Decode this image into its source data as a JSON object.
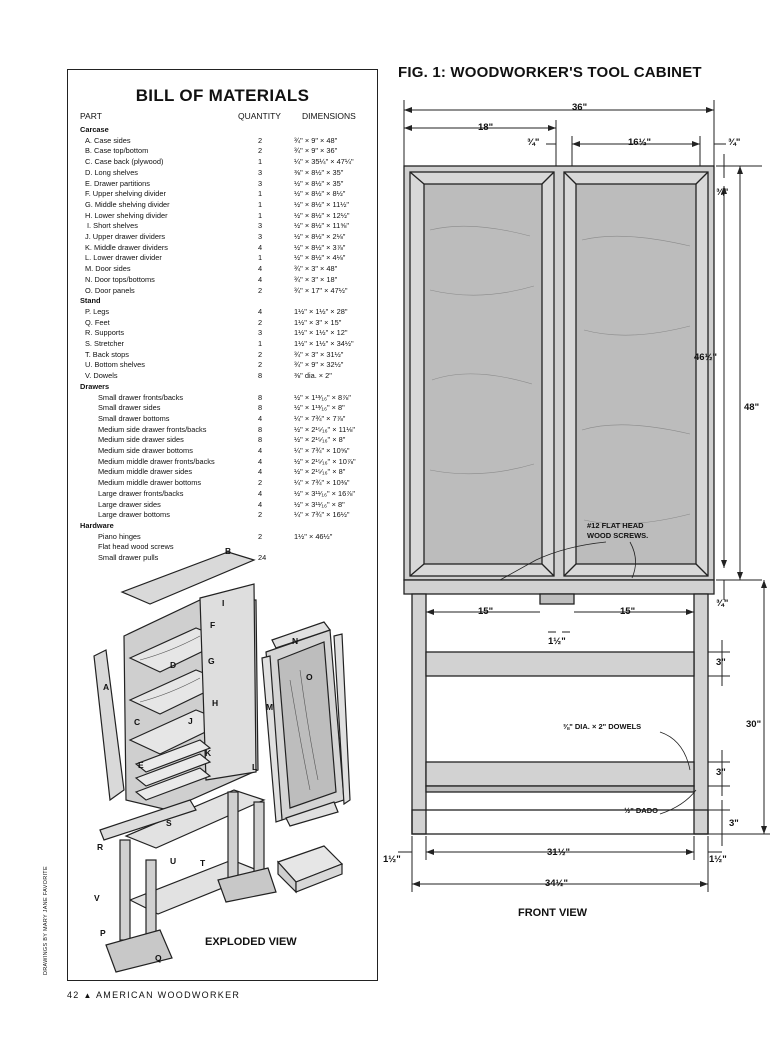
{
  "bom": {
    "title": "BILL OF MATERIALS",
    "headers": {
      "part": "PART",
      "quantity": "QUANTITY",
      "dimensions": "DIMENSIONS"
    },
    "rows": [
      {
        "type": "section",
        "part": "Carcase"
      },
      {
        "part": "A. Case sides",
        "qty": "2",
        "dim": "¾\" × 9\" × 48\""
      },
      {
        "part": "B. Case top/bottom",
        "qty": "2",
        "dim": "¾\" × 9\" × 36\""
      },
      {
        "part": "C. Case back (plywood)",
        "qty": "1",
        "dim": "¼\" × 35¼\" × 47¼\""
      },
      {
        "part": "D. Long shelves",
        "qty": "3",
        "dim": "⅜\" × 8½\" × 35\""
      },
      {
        "part": "E. Drawer partitions",
        "qty": "3",
        "dim": "½\" × 8½\" × 35\""
      },
      {
        "part": "F. Upper shelving divider",
        "qty": "1",
        "dim": "½\" × 8½\" × 8½\""
      },
      {
        "part": "G. Middle shelving divider",
        "qty": "1",
        "dim": "½\" × 8½\" × 11½\""
      },
      {
        "part": "H. Lower shelving divider",
        "qty": "1",
        "dim": "½\" × 8½\" × 12½\""
      },
      {
        "part": "I. Short shelves",
        "qty": "3",
        "dim": "½\" × 8½\" × 11⅝\""
      },
      {
        "part": "J. Upper drawer dividers",
        "qty": "3",
        "dim": "½\" × 8½\" × 2⅛\""
      },
      {
        "part": "K. Middle drawer dividers",
        "qty": "4",
        "dim": "½\" × 8½\" × 3⅞\""
      },
      {
        "part": "L. Lower drawer divider",
        "qty": "1",
        "dim": "½\" × 8½\" × 4⅛\""
      },
      {
        "part": "M. Door sides",
        "qty": "4",
        "dim": "¾\" × 3\" × 48\""
      },
      {
        "part": "N. Door tops/bottoms",
        "qty": "4",
        "dim": "¾\" × 3\" × 18\""
      },
      {
        "part": "O. Door panels",
        "qty": "2",
        "dim": "¾\" × 17\" × 47½\""
      },
      {
        "type": "section",
        "part": "Stand"
      },
      {
        "part": "P. Legs",
        "qty": "4",
        "dim": "1½\" × 1½\" × 28\""
      },
      {
        "part": "Q. Feet",
        "qty": "2",
        "dim": "1½\" × 3\" × 15\""
      },
      {
        "part": "R. Supports",
        "qty": "3",
        "dim": "1½\" × 1½\" × 12\""
      },
      {
        "part": "S. Stretcher",
        "qty": "1",
        "dim": "1½\" × 1½\" × 34½\""
      },
      {
        "part": "T. Back stops",
        "qty": "2",
        "dim": "¾\" × 3\" × 31½\""
      },
      {
        "part": "U. Bottom shelves",
        "qty": "2",
        "dim": "¾\" × 9\" × 32½\""
      },
      {
        "part": "V. Dowels",
        "qty": "8",
        "dim": "⅜\" dia. × 2\""
      },
      {
        "type": "section",
        "part": "Drawers"
      },
      {
        "part": "Small drawer fronts/backs",
        "qty": "8",
        "dim": "½\" × 1¹³⁄₁₆\" × 8⅞\""
      },
      {
        "part": "Small drawer sides",
        "qty": "8",
        "dim": "½\" × 1¹³⁄₁₆\" × 8\""
      },
      {
        "part": "Small drawer bottoms",
        "qty": "4",
        "dim": "¼\" × 7¾\" × 7⅞\""
      },
      {
        "part": "Medium side drawer fronts/backs",
        "qty": "8",
        "dim": "½\" × 2¹⁵⁄₁₆\" × 11⅛\""
      },
      {
        "part": "Medium side drawer sides",
        "qty": "8",
        "dim": "½\" × 2¹⁵⁄₁₆\" × 8\""
      },
      {
        "part": "Medium side drawer bottoms",
        "qty": "4",
        "dim": "¼\" × 7¾\" × 10⅝\""
      },
      {
        "part": "Medium middle drawer fronts/backs",
        "qty": "4",
        "dim": "½\" × 2¹⁵⁄₁₆\" × 10⅞\""
      },
      {
        "part": "Medium middle drawer sides",
        "qty": "4",
        "dim": "½\" × 2¹⁵⁄₁₆\" × 8\""
      },
      {
        "part": "Medium middle drawer bottoms",
        "qty": "2",
        "dim": "¼\" × 7¾\" × 10⅜\""
      },
      {
        "part": "Large drawer fronts/backs",
        "qty": "4",
        "dim": "½\" × 3¹¹⁄₁₆\" × 16⅞\""
      },
      {
        "part": "Large drawer sides",
        "qty": "4",
        "dim": "½\" × 3¹¹⁄₁₆\" × 8\""
      },
      {
        "part": "Large drawer bottoms",
        "qty": "2",
        "dim": "¼\" × 7¾\" × 16½\""
      },
      {
        "type": "section",
        "part": "Hardware"
      },
      {
        "part": "Piano hinges",
        "qty": "2",
        "dim": "1½\" × 46½\""
      },
      {
        "part": "Flat head wood screws",
        "qty": "",
        "dim": ""
      },
      {
        "part": "Small drawer pulls",
        "qty": "24",
        "dim": ""
      }
    ]
  },
  "exploded": {
    "caption": "EXPLODED VIEW",
    "credit": "DRAWINGS BY MARY JANE FAVORITE",
    "labels": [
      "A",
      "B",
      "C",
      "D",
      "E",
      "F",
      "G",
      "H",
      "I",
      "J",
      "K",
      "L",
      "M",
      "N",
      "O",
      "P",
      "Q",
      "R",
      "S",
      "T",
      "U",
      "V"
    ]
  },
  "figure": {
    "title": "FIG. 1: WOODWORKER'S TOOL CABINET",
    "caption": "FRONT VIEW",
    "screws_note": [
      "#12 FLAT HEAD",
      "WOOD SCREWS."
    ],
    "dowels_note": "⅜\" DIA. × 2\" DOWELS",
    "dado_note": "½\" DADO",
    "dims": {
      "overall_width": "36\"",
      "door_width_outer": "18\"",
      "stile_a": "¾\"",
      "door_inner": "16½\"",
      "stile_b": "¾\"",
      "top_rail": "¾\"",
      "panel_height": "46½\"",
      "case_height": "48\"",
      "left_span": "15\"",
      "right_span": "15\"",
      "center_gap": "1½\"",
      "bottom_rail": "¾\"",
      "shelf1": "3\"",
      "stand_height": "30\"",
      "shelf2": "3\"",
      "foot": "3\"",
      "inner_width": "31½\"",
      "leg_left": "1½\"",
      "leg_right": "1½\"",
      "stand_width": "34½\""
    }
  },
  "footer": {
    "page": "42",
    "magazine": "AMERICAN WOODWORKER"
  }
}
